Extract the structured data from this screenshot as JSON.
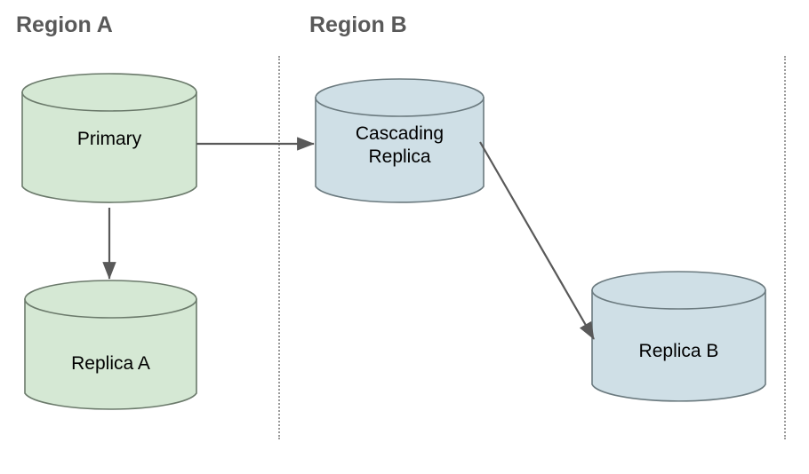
{
  "diagram": {
    "title_regions": [
      {
        "id": "region-a",
        "label": "Region A"
      },
      {
        "id": "region-b",
        "label": "Region B"
      }
    ],
    "nodes": [
      {
        "id": "primary",
        "label": "Primary",
        "shape": "cylinder",
        "fill": "#d5e8d4",
        "stroke": "#6b7a6b",
        "region": "Region A"
      },
      {
        "id": "replica-a",
        "label": "Replica A",
        "shape": "cylinder",
        "fill": "#d5e8d4",
        "stroke": "#6b7a6b",
        "region": "Region A"
      },
      {
        "id": "cascading-replica",
        "label_line1": "Cascading",
        "label_line2": "Replica",
        "label": "Cascading Replica",
        "shape": "cylinder",
        "fill": "#cfdfe6",
        "stroke": "#6b7a7f",
        "region": "Region B"
      },
      {
        "id": "replica-b",
        "label": "Replica B",
        "shape": "cylinder",
        "fill": "#cfdfe6",
        "stroke": "#6b7a7f",
        "region": "Region B"
      }
    ],
    "edges": [
      {
        "id": "primary-to-cascading",
        "from": "Primary",
        "to": "Cascading Replica",
        "style": "solid-arrow",
        "color": "#595959"
      },
      {
        "id": "primary-to-replica-a",
        "from": "Primary",
        "to": "Replica A",
        "style": "solid-arrow",
        "color": "#595959"
      },
      {
        "id": "cascading-to-replica-b",
        "from": "Cascading Replica",
        "to": "Replica B",
        "style": "solid-arrow",
        "color": "#595959"
      }
    ],
    "dividers": [
      {
        "id": "divider-1",
        "style": "dotted-vertical",
        "color": "#9a9a9a"
      },
      {
        "id": "divider-2",
        "style": "dotted-vertical",
        "color": "#9a9a9a"
      }
    ],
    "colors": {
      "green_fill": "#d5e8d4",
      "green_stroke": "#6b7a6b",
      "blue_fill": "#cfdfe6",
      "blue_stroke": "#6b7a7f",
      "arrow": "#595959",
      "heading": "#595959",
      "divider": "#9a9a9a",
      "background": "#ffffff"
    }
  }
}
